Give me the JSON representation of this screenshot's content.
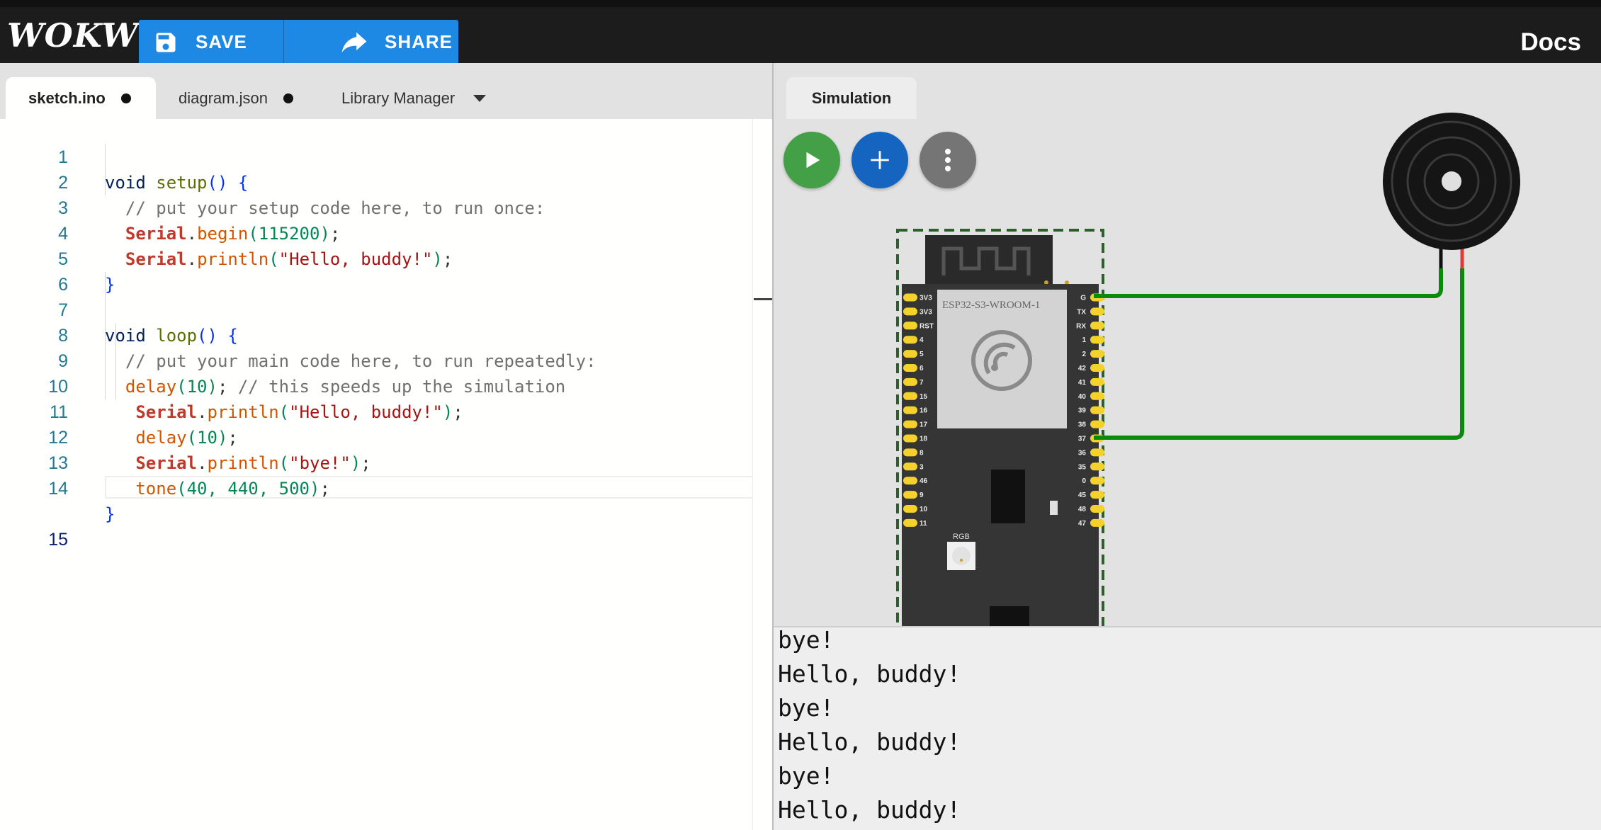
{
  "header": {
    "logo": "WOKWi",
    "save_label": "SAVE",
    "share_label": "SHARE",
    "docs_label": "Docs"
  },
  "editor": {
    "tabs": [
      {
        "label": "sketch.ino",
        "modified": true,
        "active": true
      },
      {
        "label": "diagram.json",
        "modified": true,
        "active": false
      },
      {
        "label": "Library Manager",
        "active": false
      }
    ],
    "current_line": 15,
    "line_numbers": [
      "1",
      "2",
      "3",
      "4",
      "5",
      "6",
      "7",
      "8",
      "9",
      "10",
      "11",
      "12",
      "13",
      "14",
      "15"
    ],
    "code_lines": [
      "void setup() {",
      "  // put your setup code here, to run once:",
      "  Serial.begin(115200);",
      "  Serial.println(\"Hello, buddy!\");",
      "}",
      "",
      "void loop() {",
      "  // put your main code here, to run repeatedly:",
      "  delay(10); // this speeds up the simulation",
      "   Serial.println(\"Hello, buddy!\");",
      "   delay(10);",
      "   Serial.println(\"bye!\");",
      "   tone(40, 440, 500);",
      "}",
      ""
    ]
  },
  "simulation": {
    "tab_label": "Simulation",
    "play_icon": "play-icon",
    "add_icon": "plus-icon",
    "more_icon": "more-vertical-icon",
    "board": {
      "module_label": "ESP32-S3-WROOM-1",
      "rgb_label": "RGB",
      "left_pins": [
        "3V3",
        "3V3",
        "RST",
        "4",
        "5",
        "6",
        "7",
        "15",
        "16",
        "17",
        "18",
        "8",
        "3",
        "46",
        "9",
        "10",
        "11"
      ],
      "right_pins": [
        "G",
        "TX",
        "RX",
        "1",
        "2",
        "42",
        "41",
        "40",
        "39",
        "38",
        "37",
        "36",
        "35",
        "0",
        "45",
        "48",
        "47"
      ]
    },
    "component": "buzzer",
    "wire_color": "#0b8a0b"
  },
  "serial_monitor": {
    "lines": [
      "bye!",
      "Hello, buddy!",
      "bye!",
      "Hello, buddy!",
      "bye!",
      "Hello, buddy!"
    ]
  },
  "colors": {
    "topbar": "#1c1c1c",
    "button_blue": "#1e88e5",
    "play_green": "#43a047",
    "add_blue": "#1565c0",
    "more_gray": "#757575"
  }
}
